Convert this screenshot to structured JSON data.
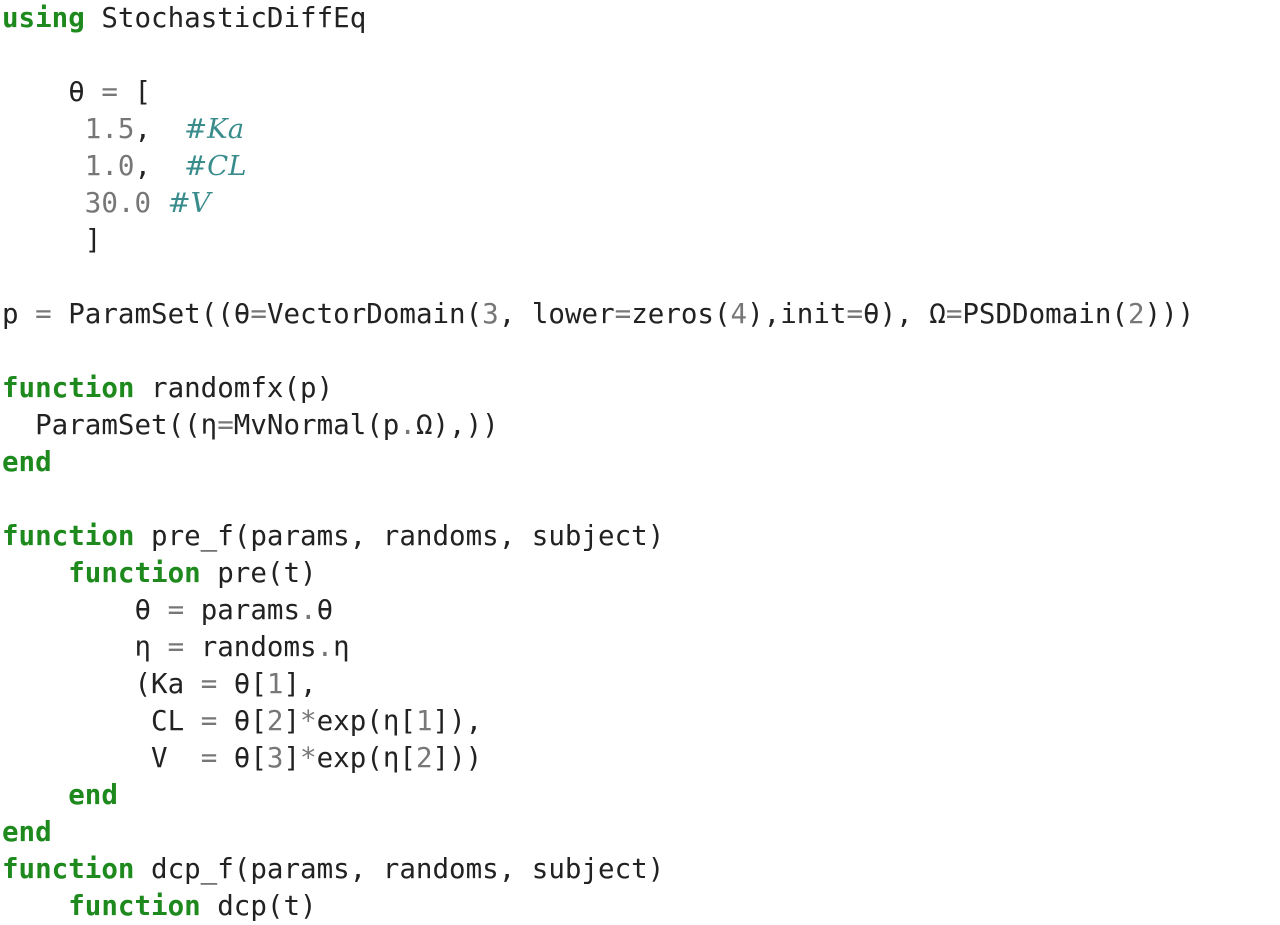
{
  "colors": {
    "keyword": "#1e8a1e",
    "number": "#777777",
    "operator": "#777777",
    "comment": "#3a8c8c",
    "text": "#222222",
    "background": "#ffffff"
  },
  "code_lines": [
    [
      {
        "t": "kw",
        "v": "using"
      },
      {
        "t": "id",
        "v": " StochasticDiffEq"
      }
    ],
    [],
    [
      {
        "t": "id",
        "v": "    θ "
      },
      {
        "t": "op",
        "v": "="
      },
      {
        "t": "id",
        "v": " ["
      }
    ],
    [
      {
        "t": "id",
        "v": "     "
      },
      {
        "t": "num",
        "v": "1.5"
      },
      {
        "t": "id",
        "v": ",  "
      },
      {
        "t": "com",
        "v": "#Ka"
      }
    ],
    [
      {
        "t": "id",
        "v": "     "
      },
      {
        "t": "num",
        "v": "1.0"
      },
      {
        "t": "id",
        "v": ",  "
      },
      {
        "t": "com",
        "v": "#CL"
      }
    ],
    [
      {
        "t": "id",
        "v": "     "
      },
      {
        "t": "num",
        "v": "30.0"
      },
      {
        "t": "id",
        "v": " "
      },
      {
        "t": "com",
        "v": "#V"
      }
    ],
    [
      {
        "t": "id",
        "v": "     ]"
      }
    ],
    [],
    [
      {
        "t": "id",
        "v": "p "
      },
      {
        "t": "op",
        "v": "="
      },
      {
        "t": "id",
        "v": " ParamSet((θ"
      },
      {
        "t": "op",
        "v": "="
      },
      {
        "t": "id",
        "v": "VectorDomain("
      },
      {
        "t": "num",
        "v": "3"
      },
      {
        "t": "id",
        "v": ", lower"
      },
      {
        "t": "op",
        "v": "="
      },
      {
        "t": "id",
        "v": "zeros("
      },
      {
        "t": "num",
        "v": "4"
      },
      {
        "t": "id",
        "v": "),init"
      },
      {
        "t": "op",
        "v": "="
      },
      {
        "t": "id",
        "v": "θ), Ω"
      },
      {
        "t": "op",
        "v": "="
      },
      {
        "t": "id",
        "v": "PSDDomain("
      },
      {
        "t": "num",
        "v": "2"
      },
      {
        "t": "id",
        "v": ")))"
      }
    ],
    [],
    [
      {
        "t": "kw",
        "v": "function"
      },
      {
        "t": "id",
        "v": " randomfx(p)"
      }
    ],
    [
      {
        "t": "id",
        "v": "  ParamSet((η"
      },
      {
        "t": "op",
        "v": "="
      },
      {
        "t": "id",
        "v": "MvNormal(p"
      },
      {
        "t": "op",
        "v": "."
      },
      {
        "t": "id",
        "v": "Ω),))"
      }
    ],
    [
      {
        "t": "kw",
        "v": "end"
      }
    ],
    [],
    [
      {
        "t": "kw",
        "v": "function"
      },
      {
        "t": "id",
        "v": " pre_f(params, randoms, subject)"
      }
    ],
    [
      {
        "t": "id",
        "v": "    "
      },
      {
        "t": "kw",
        "v": "function"
      },
      {
        "t": "id",
        "v": " pre(t)"
      }
    ],
    [
      {
        "t": "id",
        "v": "        θ "
      },
      {
        "t": "op",
        "v": "="
      },
      {
        "t": "id",
        "v": " params"
      },
      {
        "t": "op",
        "v": "."
      },
      {
        "t": "id",
        "v": "θ"
      }
    ],
    [
      {
        "t": "id",
        "v": "        η "
      },
      {
        "t": "op",
        "v": "="
      },
      {
        "t": "id",
        "v": " randoms"
      },
      {
        "t": "op",
        "v": "."
      },
      {
        "t": "id",
        "v": "η"
      }
    ],
    [
      {
        "t": "id",
        "v": "        (Ka "
      },
      {
        "t": "op",
        "v": "="
      },
      {
        "t": "id",
        "v": " θ["
      },
      {
        "t": "num",
        "v": "1"
      },
      {
        "t": "id",
        "v": "],"
      }
    ],
    [
      {
        "t": "id",
        "v": "         CL "
      },
      {
        "t": "op",
        "v": "="
      },
      {
        "t": "id",
        "v": " θ["
      },
      {
        "t": "num",
        "v": "2"
      },
      {
        "t": "id",
        "v": "]"
      },
      {
        "t": "op",
        "v": "*"
      },
      {
        "t": "id",
        "v": "exp(η["
      },
      {
        "t": "num",
        "v": "1"
      },
      {
        "t": "id",
        "v": "]),"
      }
    ],
    [
      {
        "t": "id",
        "v": "         V  "
      },
      {
        "t": "op",
        "v": "="
      },
      {
        "t": "id",
        "v": " θ["
      },
      {
        "t": "num",
        "v": "3"
      },
      {
        "t": "id",
        "v": "]"
      },
      {
        "t": "op",
        "v": "*"
      },
      {
        "t": "id",
        "v": "exp(η["
      },
      {
        "t": "num",
        "v": "2"
      },
      {
        "t": "id",
        "v": "]))"
      }
    ],
    [
      {
        "t": "id",
        "v": "    "
      },
      {
        "t": "kw",
        "v": "end"
      }
    ],
    [
      {
        "t": "kw",
        "v": "end"
      }
    ],
    [
      {
        "t": "kw",
        "v": "function"
      },
      {
        "t": "id",
        "v": " dcp_f(params, randoms, subject)"
      }
    ],
    [
      {
        "t": "id",
        "v": "    "
      },
      {
        "t": "kw",
        "v": "function"
      },
      {
        "t": "id",
        "v": " dcp(t)"
      }
    ]
  ]
}
